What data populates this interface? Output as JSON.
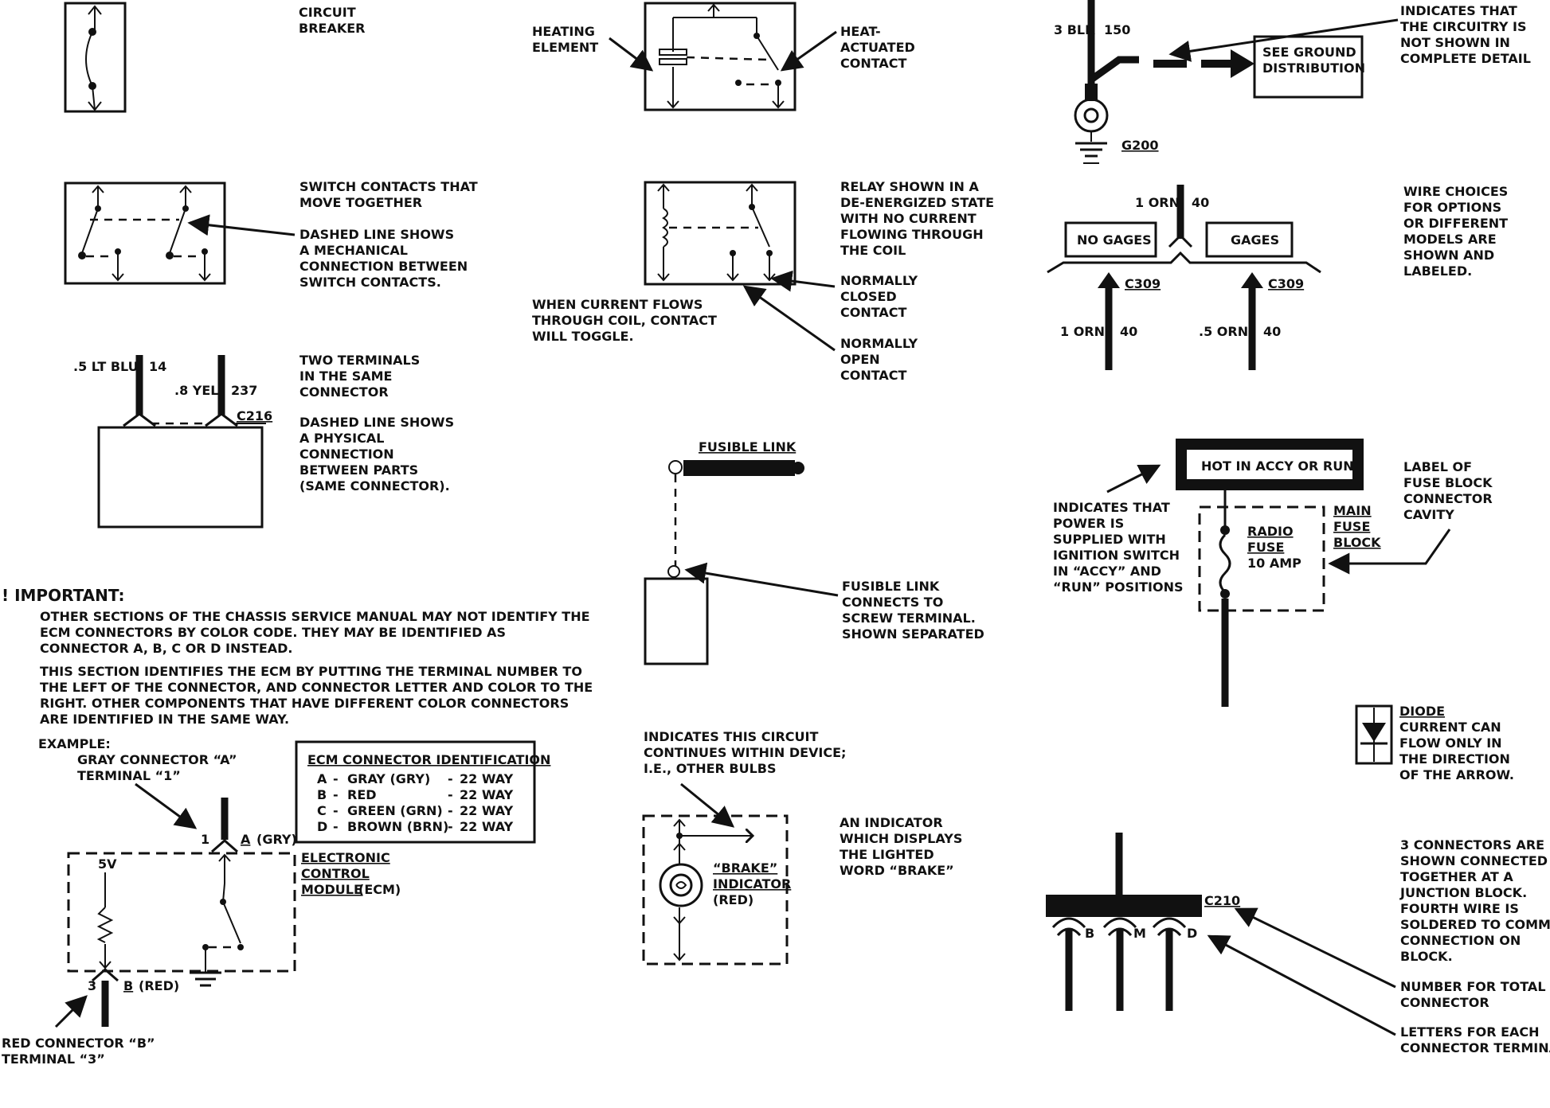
{
  "circuit_breaker": {
    "line1": "CIRCUIT",
    "line2": "BREAKER"
  },
  "heating": {
    "element": [
      "HEATING",
      "ELEMENT"
    ],
    "contact": [
      "HEAT-",
      "ACTUATED",
      "CONTACT"
    ]
  },
  "ground": {
    "wire_size": "3 BLK",
    "circuit": "150",
    "label": "G200",
    "box": [
      "SEE GROUND",
      "DISTRIBUTION"
    ],
    "note": [
      "INDICATES THAT",
      "THE CIRCUITRY IS",
      "NOT SHOWN IN",
      "COMPLETE DETAIL"
    ]
  },
  "switch": {
    "move": [
      "SWITCH CONTACTS THAT",
      "MOVE TOGETHER"
    ],
    "dashed": [
      "DASHED LINE SHOWS",
      "A MECHANICAL",
      "CONNECTION BETWEEN",
      "SWITCH CONTACTS."
    ]
  },
  "relay": {
    "desc": [
      "RELAY SHOWN IN A",
      "DE-ENERGIZED STATE",
      "WITH NO CURRENT",
      "FLOWING THROUGH",
      "THE COIL"
    ],
    "nc": [
      "NORMALLY",
      "CLOSED",
      "CONTACT"
    ],
    "no": [
      "NORMALLY",
      "OPEN",
      "CONTACT"
    ],
    "toggle": [
      "WHEN CURRENT FLOWS",
      "THROUGH COIL, CONTACT",
      "WILL TOGGLE."
    ]
  },
  "options": {
    "top_wire": "1 ORN",
    "top_circuit": "40",
    "left_box": "NO GAGES",
    "right_box": "GAGES",
    "left_conn": "C309",
    "right_conn": "C309",
    "left_wire": "1 ORN",
    "left_circuit": "40",
    "right_wire": ".5 ORN",
    "right_circuit": "40",
    "note": [
      "WIRE CHOICES",
      "FOR OPTIONS",
      "OR DIFFERENT",
      "MODELS ARE",
      "SHOWN AND",
      "LABELED."
    ]
  },
  "terminals": {
    "w1": ".5 LT BLU",
    "c1": "14",
    "w2": ".8 YEL",
    "c2": "237",
    "conn": "C216",
    "note1": [
      "TWO TERMINALS",
      "IN THE SAME",
      "CONNECTOR"
    ],
    "note2": [
      "DASHED LINE SHOWS",
      "A PHYSICAL",
      "CONNECTION",
      "BETWEEN PARTS",
      "(SAME CONNECTOR)."
    ]
  },
  "fusible": {
    "title": "FUSIBLE LINK",
    "note": [
      "FUSIBLE LINK",
      "CONNECTS TO",
      "SCREW TERMINAL.",
      "SHOWN SEPARATED"
    ]
  },
  "fuse": {
    "hot": "HOT IN ACCY OR RUN",
    "power": [
      "INDICATES THAT",
      "POWER IS",
      "SUPPLIED WITH",
      "IGNITION SWITCH",
      "IN “ACCY” AND",
      "“RUN” POSITIONS"
    ],
    "radio": [
      "RADIO",
      "FUSE",
      "10 AMP"
    ],
    "main": [
      "MAIN",
      "FUSE",
      "BLOCK"
    ],
    "cavity": [
      "LABEL OF",
      "FUSE BLOCK",
      "CONNECTOR",
      "CAVITY"
    ]
  },
  "important": {
    "title": "! IMPORTANT:",
    "p1": [
      "OTHER SECTIONS OF THE CHASSIS SERVICE MANUAL MAY NOT IDENTIFY THE",
      "ECM CONNECTORS BY COLOR CODE.  THEY MAY BE IDENTIFIED AS",
      "CONNECTOR A, B, C OR D INSTEAD."
    ],
    "p2": [
      "THIS SECTION IDENTIFIES THE ECM BY PUTTING THE TERMINAL NUMBER TO",
      "THE LEFT OF THE CONNECTOR, AND CONNECTOR LETTER AND COLOR TO THE",
      "RIGHT.  OTHER COMPONENTS THAT HAVE DIFFERENT COLOR CONNECTORS",
      "ARE IDENTIFIED IN THE SAME WAY."
    ]
  },
  "example": {
    "title": "EXAMPLE:",
    "gray": [
      "GRAY CONNECTOR “A”",
      "TERMINAL “1”"
    ],
    "red": [
      "RED CONNECTOR “B”",
      "TERMINAL “3”"
    ],
    "t1": "1",
    "a": "A",
    "a_color": "(GRY)",
    "t3": "3",
    "b": "B",
    "b_color": "(RED)",
    "volt": "5V",
    "module": [
      "ELECTRONIC",
      "CONTROL",
      "MODULE"
    ],
    "module_suffix": "(ECM)"
  },
  "ecm_table": {
    "title": "ECM CONNECTOR IDENTIFICATION",
    "rows": [
      {
        "letter": "A",
        "color": "GRAY (GRY)",
        "ways": "22 WAY"
      },
      {
        "letter": "B",
        "color": "RED",
        "ways": "22 WAY"
      },
      {
        "letter": "C",
        "color": "GREEN (GRN)",
        "ways": "22 WAY"
      },
      {
        "letter": "D",
        "color": "BROWN (BRN)",
        "ways": "22 WAY"
      }
    ]
  },
  "diode": {
    "title": "DIODE",
    "note": [
      "CURRENT CAN",
      "FLOW ONLY IN",
      "THE DIRECTION",
      "OF THE ARROW."
    ]
  },
  "brake": {
    "cont": [
      "INDICATES THIS CIRCUIT",
      "CONTINUES WITHIN DEVICE;",
      "I.E., OTHER BULBS"
    ],
    "label": [
      "“BRAKE”",
      "INDICATOR"
    ],
    "color": "(RED)",
    "note": [
      "AN INDICATOR",
      "WHICH DISPLAYS",
      "THE LIGHTED",
      "WORD “BRAKE”"
    ]
  },
  "junction": {
    "conn": "C210",
    "t1": "B",
    "t2": "M",
    "t3": "D",
    "note": [
      "3 CONNECTORS ARE",
      "SHOWN CONNECTED",
      "TOGETHER AT A",
      "JUNCTION BLOCK.",
      "FOURTH WIRE IS",
      "SOLDERED TO COMMON",
      "CONNECTION ON",
      "BLOCK."
    ],
    "number": [
      "NUMBER FOR TOTAL",
      "CONNECTOR"
    ],
    "letters": [
      "LETTERS FOR EACH",
      "CONNECTOR TERMINAL"
    ]
  }
}
